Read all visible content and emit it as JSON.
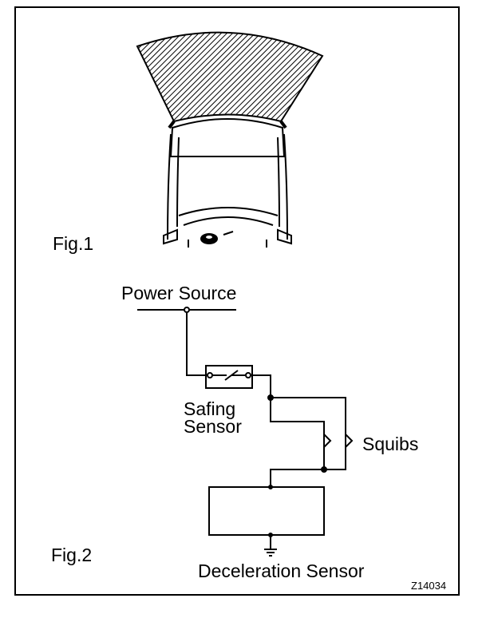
{
  "fig1": {
    "label": "Fig.1"
  },
  "fig2": {
    "label": "Fig.2",
    "power_source": "Power Source",
    "safing_sensor": [
      "Safing",
      "Sensor"
    ],
    "squibs": "Squibs",
    "deceleration_sensor": "Deceleration Sensor"
  },
  "figure_code": "Z14034"
}
